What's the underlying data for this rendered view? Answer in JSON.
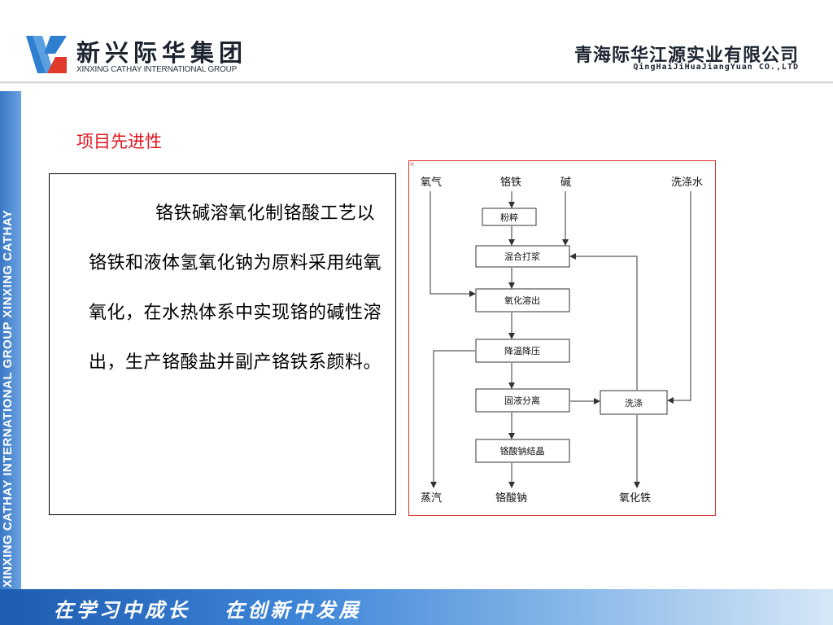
{
  "header": {
    "brand_cn": "新兴际华集团",
    "brand_en": "XINXING CATHAY INTERNATIONAL GROUP",
    "company_cn": "青海际华江源实业有限公司",
    "company_en": "QingHaiJiHuaJiangYuan CO.,LTD"
  },
  "side_banner": {
    "text": "XINXING CATHAY INTERNATIONAL GROUP XINXING CATHAY"
  },
  "slide": {
    "title": "项目先进性",
    "body": "铬铁碱溶氧化制铬酸工艺以铬铁和液体氢氧化钠为原料采用纯氧氧化，在水热体系中实现铬的碱性溶出，生产铬酸盐并副产铬铁系颜料。"
  },
  "diagram": {
    "inputs": {
      "oxygen": "氧气",
      "ferrochrome": "铬铁",
      "alkali": "碱",
      "wash_water": "洗涤水"
    },
    "steps": {
      "crushing": "粉粹",
      "mixing": "混合打浆",
      "oxidation": "氧化溶出",
      "cooling": "降温降压",
      "separation": "固液分离",
      "washing": "洗涤",
      "crystallization": "铬酸钠结晶"
    },
    "outputs": {
      "steam": "蒸汽",
      "sodium_chromate": "铬酸钠",
      "iron_oxide": "氧化铁"
    }
  },
  "footer": {
    "slogan_1": "在学习中成长",
    "slogan_2": "在创新中发展"
  },
  "colors": {
    "title_red": "#e0141e",
    "logo_blue": "#2f7fd0",
    "logo_red": "#e03a2a",
    "footer_blue": "#1f5fb3",
    "diagram_border": "#e03030"
  }
}
